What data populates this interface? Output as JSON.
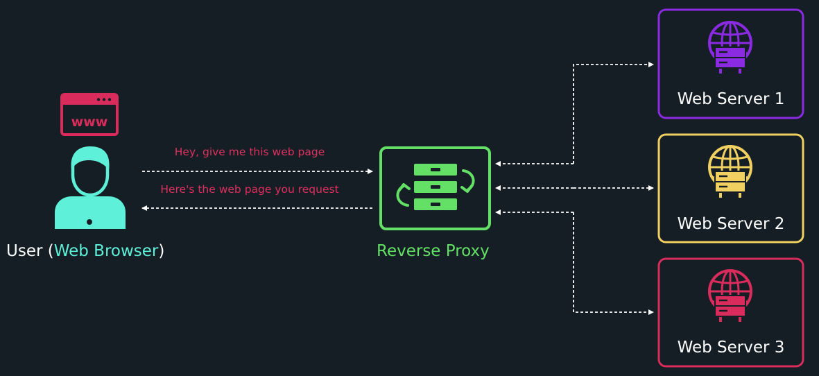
{
  "colors": {
    "background": "#141e24",
    "user": "#5ef0d8",
    "browser": "#d92c5c",
    "proxy": "#63e065",
    "message": "#e0305f",
    "server1": "#8a2be2",
    "server2": "#f0d060",
    "server3": "#d92c5c",
    "arrow": "#ffffff"
  },
  "user": {
    "label_prefix": "User (",
    "label_highlight": "Web Browser",
    "label_suffix": ")",
    "browser_text": "www"
  },
  "messages": {
    "request": "Hey, give me this web page",
    "response": "Here's the web page you request"
  },
  "proxy": {
    "label": "Reverse Proxy"
  },
  "servers": [
    {
      "label": "Web Server 1"
    },
    {
      "label": "Web Server 2"
    },
    {
      "label": "Web Server 3"
    }
  ]
}
